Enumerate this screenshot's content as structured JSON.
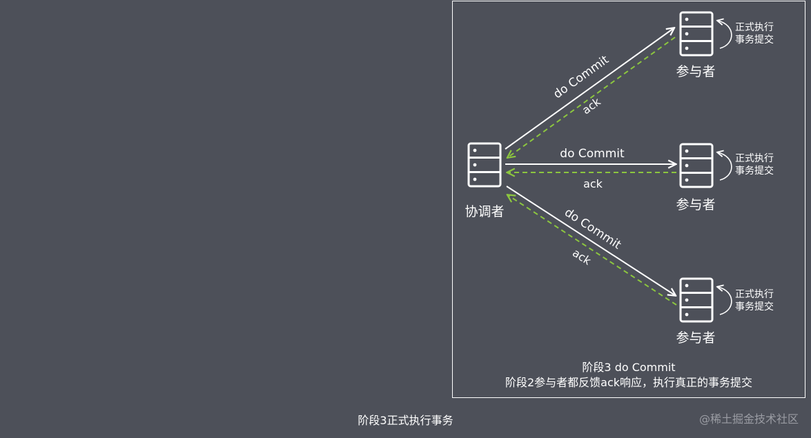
{
  "diagram": {
    "coordinator_label": "协调者",
    "participant_label": "参与者",
    "participant_note_line1": "正式执行",
    "participant_note_line2": "事务提交",
    "request_label": "do Commit",
    "response_label": "ack",
    "box_caption_line1": "阶段3 do Commit",
    "box_caption_line2": "阶段2参与者都反馈ack响应，执行真正的事务提交"
  },
  "page_caption": "阶段3正式执行事务",
  "watermark": "@稀土掘金技术社区",
  "colors": {
    "background": "#4d5059",
    "line": "#ffffff",
    "ack_dashed": "#8cc63f",
    "watermark": "#9a9ca3"
  },
  "icons": {
    "server": "server-icon",
    "self_loop": "curved-arrow-icon"
  }
}
